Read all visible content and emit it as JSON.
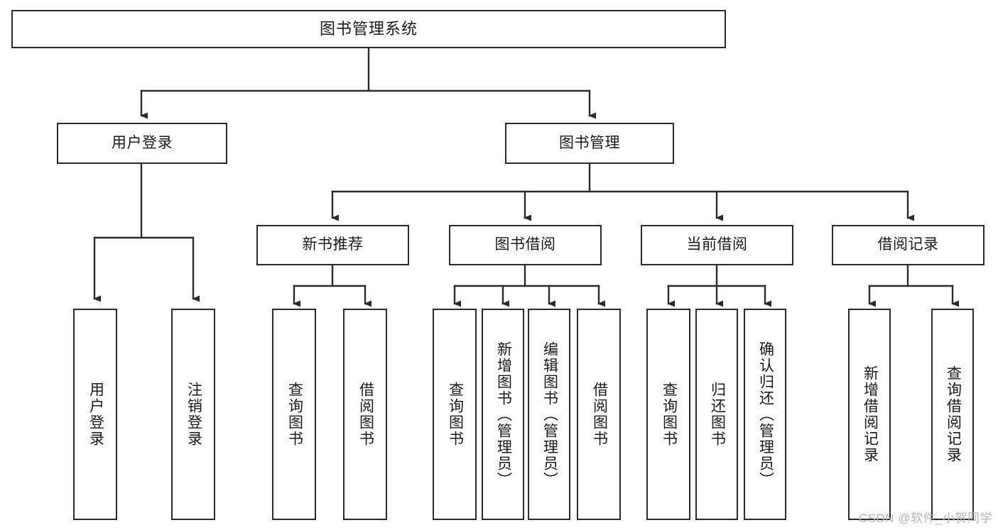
{
  "diagram": {
    "type": "tree",
    "title": "图书管理系统",
    "watermark": "CSDN @软件_小贺同学",
    "colors": {
      "box_border": "#2b2b2b",
      "box_fill": "#ffffff",
      "edge": "#2b2b2b",
      "text": "#1a1a1a",
      "watermark": "#b8b8b8",
      "background": "#ffffff"
    },
    "nodes": {
      "root": {
        "label": "图书管理系统",
        "level": 0
      },
      "user_login": {
        "label": "用户登录",
        "level": 1
      },
      "book_mgmt": {
        "label": "图书管理",
        "level": 1
      },
      "new_book_rec": {
        "label": "新书推荐",
        "level": 2
      },
      "book_borrow": {
        "label": "图书借阅",
        "level": 2
      },
      "current_borrow": {
        "label": "当前借阅",
        "level": 2
      },
      "borrow_record": {
        "label": "借阅记录",
        "level": 2
      },
      "leaf_user_login": {
        "label": "用户登录",
        "level": 2
      },
      "leaf_logout": {
        "label": "注销登录",
        "level": 2
      },
      "leaf_query_book_1": {
        "label": "查询图书",
        "level": 3
      },
      "leaf_borrow_book_1": {
        "label": "借阅图书",
        "level": 3
      },
      "leaf_query_book_2": {
        "label": "查询图书",
        "level": 3
      },
      "leaf_add_book": {
        "label": "新增图书（管理员）",
        "level": 3
      },
      "leaf_edit_book": {
        "label": "编辑图书（管理员）",
        "level": 3
      },
      "leaf_borrow_book_2": {
        "label": "借阅图书",
        "level": 3
      },
      "leaf_query_book_3": {
        "label": "查询图书",
        "level": 3
      },
      "leaf_return_book": {
        "label": "归还图书",
        "level": 3
      },
      "leaf_confirm_return": {
        "label": "确认归还（管理员）",
        "level": 3
      },
      "leaf_add_record": {
        "label": "新增借阅记录",
        "level": 3
      },
      "leaf_query_record": {
        "label": "查询借阅记录",
        "level": 3
      }
    },
    "edges": [
      {
        "from": "root",
        "to": "user_login"
      },
      {
        "from": "root",
        "to": "book_mgmt"
      },
      {
        "from": "user_login",
        "to": "leaf_user_login"
      },
      {
        "from": "user_login",
        "to": "leaf_logout"
      },
      {
        "from": "book_mgmt",
        "to": "new_book_rec"
      },
      {
        "from": "book_mgmt",
        "to": "book_borrow"
      },
      {
        "from": "book_mgmt",
        "to": "current_borrow"
      },
      {
        "from": "book_mgmt",
        "to": "borrow_record"
      },
      {
        "from": "new_book_rec",
        "to": "leaf_query_book_1"
      },
      {
        "from": "new_book_rec",
        "to": "leaf_borrow_book_1"
      },
      {
        "from": "book_borrow",
        "to": "leaf_query_book_2"
      },
      {
        "from": "book_borrow",
        "to": "leaf_add_book"
      },
      {
        "from": "book_borrow",
        "to": "leaf_edit_book"
      },
      {
        "from": "book_borrow",
        "to": "leaf_borrow_book_2"
      },
      {
        "from": "current_borrow",
        "to": "leaf_query_book_3"
      },
      {
        "from": "current_borrow",
        "to": "leaf_return_book"
      },
      {
        "from": "current_borrow",
        "to": "leaf_confirm_return"
      },
      {
        "from": "borrow_record",
        "to": "leaf_add_record"
      },
      {
        "from": "borrow_record",
        "to": "leaf_query_record"
      }
    ]
  }
}
